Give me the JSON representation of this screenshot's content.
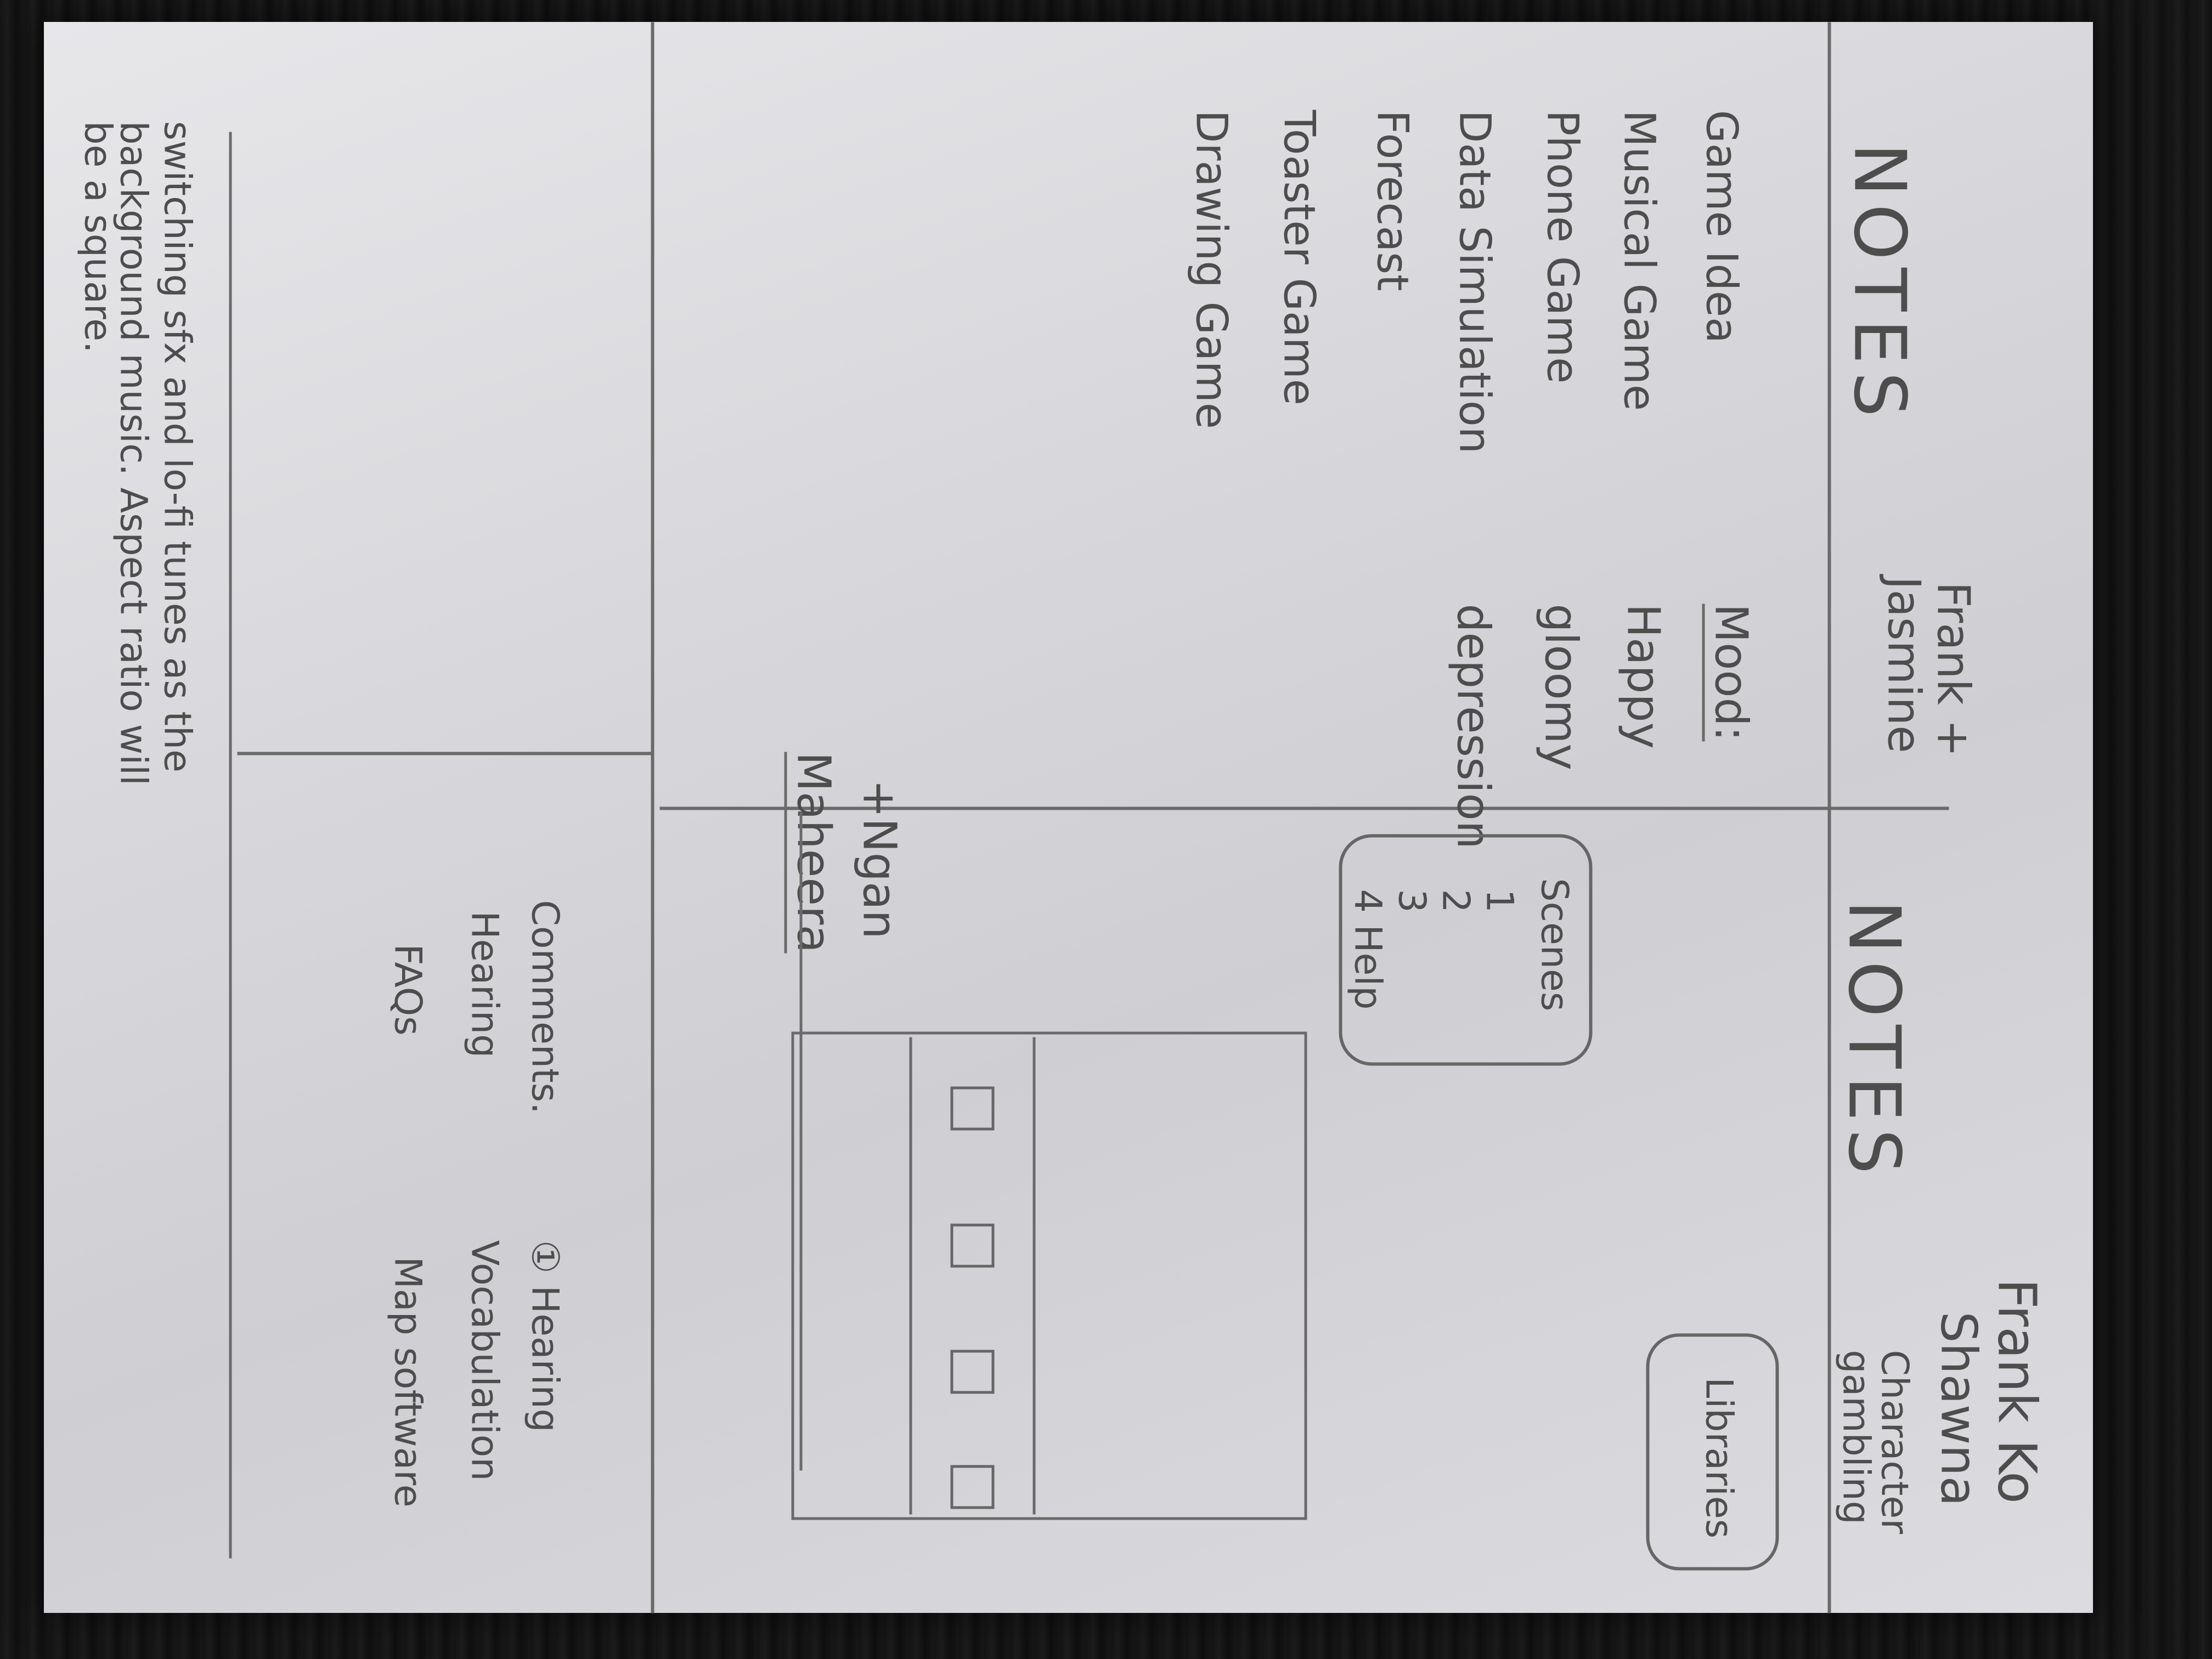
{
  "header": {
    "names_top_right": [
      "Frank Ko",
      "Shawna"
    ],
    "left_title": "NOTES",
    "right_title": "NOTES"
  },
  "top_left": {
    "team": [
      "Frank +",
      "Jasmine"
    ],
    "ideas": [
      "Game Idea",
      "Musical Game",
      "Phone Game",
      "Data Simulation",
      "Forecast",
      "Toaster Game",
      "Drawing Game"
    ],
    "moods_heading": "Mood:",
    "moods": [
      "Happy",
      "gloomy",
      "depression"
    ]
  },
  "top_right": {
    "libraries_label": "Libraries",
    "scenes_heading": "Scenes",
    "scenes": [
      "1",
      "2",
      "3",
      "4 Help"
    ]
  },
  "bottom_left": {
    "team": [
      "Maheera",
      "+Ngan"
    ],
    "note": [
      "Character",
      "gambling"
    ]
  },
  "bottom_right": {
    "comments_heading": "Comments.",
    "items": [
      "① Hearing",
      "Vocabulation",
      "Hearing",
      "Map software",
      "FAQs"
    ]
  },
  "bottom_notes": [
    "switching sfx and lo-fi tunes as the",
    "background music. Aspect ratio will",
    "be a square."
  ]
}
